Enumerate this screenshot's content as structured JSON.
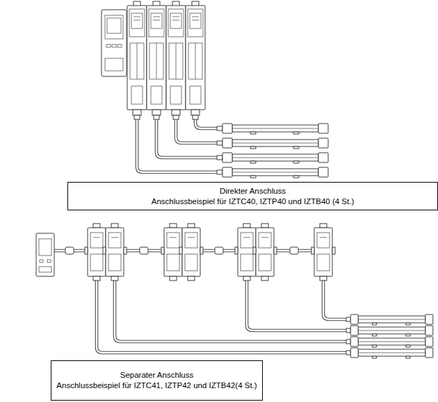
{
  "diagram": {
    "nodes": [
      {
        "text": [
          "Direkter Anschluss",
          "Anschlussbeispiel für IZTC40, IZTP40 und IZTB40 (4 St.)"
        ]
      },
      {
        "text": [
          "Separater Anschluss",
          "Anschlussbeispiel für IZTC41, IZTP42 und IZTB42(4 St.)"
        ]
      }
    ]
  }
}
